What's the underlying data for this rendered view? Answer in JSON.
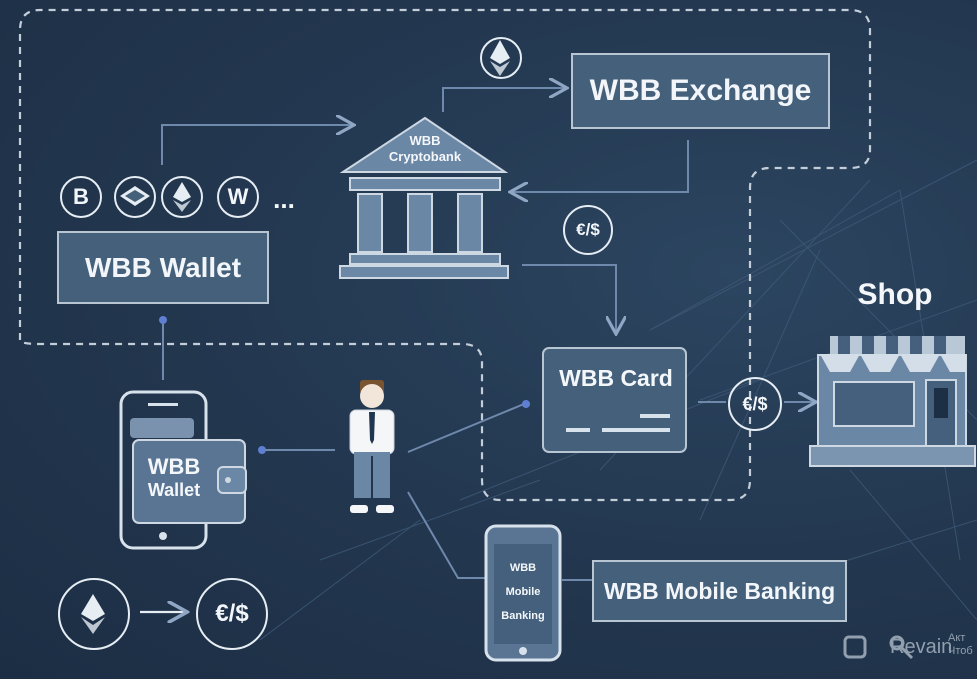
{
  "cryptobank": {
    "line1": "WBB",
    "line2": "Cryptobank"
  },
  "exchange": {
    "label": "WBB Exchange"
  },
  "wallet": {
    "label": "WBB Wallet"
  },
  "coins": {
    "bitcoin": "B",
    "w": "W",
    "more": "..."
  },
  "card": {
    "label": "WBB Card"
  },
  "shop": {
    "label": "Shop"
  },
  "phone_wallet": {
    "line1": "WBB",
    "line2": "Wallet"
  },
  "mobile_phone": {
    "line1": "WBB",
    "line2": "Mobile",
    "line3": "Banking"
  },
  "mobile_banking": {
    "label": "WBB Mobile Banking"
  },
  "currency_symbol": "€/$",
  "watermark": {
    "brand": "Revain",
    "extra": "Акт Чтоб"
  },
  "icons": [
    "ethereum-icon",
    "bitcoin-icon",
    "waves-icon",
    "w-coin-icon",
    "currency-exchange-icon",
    "bank-icon",
    "shop-icon",
    "phone-icon",
    "person-icon",
    "card-icon",
    "search-icon",
    "key-icon"
  ],
  "colors": {
    "background": "#22364e",
    "box_fill": "#45607a",
    "box_border": "#b8c6d4",
    "line": "#6f89ad",
    "dashed": "#c3ced9",
    "text": "#f2f6fa"
  }
}
